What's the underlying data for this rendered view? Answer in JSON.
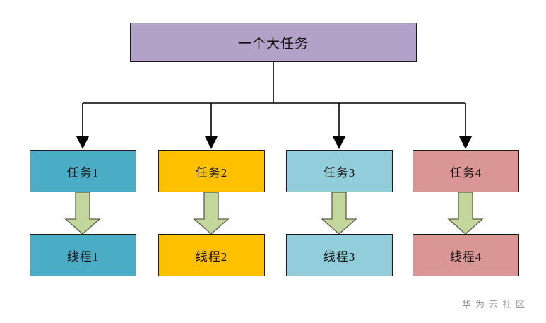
{
  "diagram": {
    "title_box": {
      "label": "一个大任务",
      "color": "#b2a2c7"
    },
    "columns": [
      {
        "task": {
          "label": "任务1",
          "color": "#4bacc6"
        },
        "thread": {
          "label": "线程1",
          "color": "#4bacc6"
        }
      },
      {
        "task": {
          "label": "任务2",
          "color": "#ffc000"
        },
        "thread": {
          "label": "线程2",
          "color": "#ffc000"
        }
      },
      {
        "task": {
          "label": "任务3",
          "color": "#92cddc"
        },
        "thread": {
          "label": "线程3",
          "color": "#92cddc"
        }
      },
      {
        "task": {
          "label": "任务4",
          "color": "#d99694"
        },
        "thread": {
          "label": "线程4",
          "color": "#d99694"
        }
      }
    ],
    "connector": {
      "line_color": "#000000",
      "block_arrow_color": "#c3d69b",
      "block_arrow_border": "#3a3a3a"
    }
  },
  "watermark": {
    "text": "华为云社区"
  }
}
